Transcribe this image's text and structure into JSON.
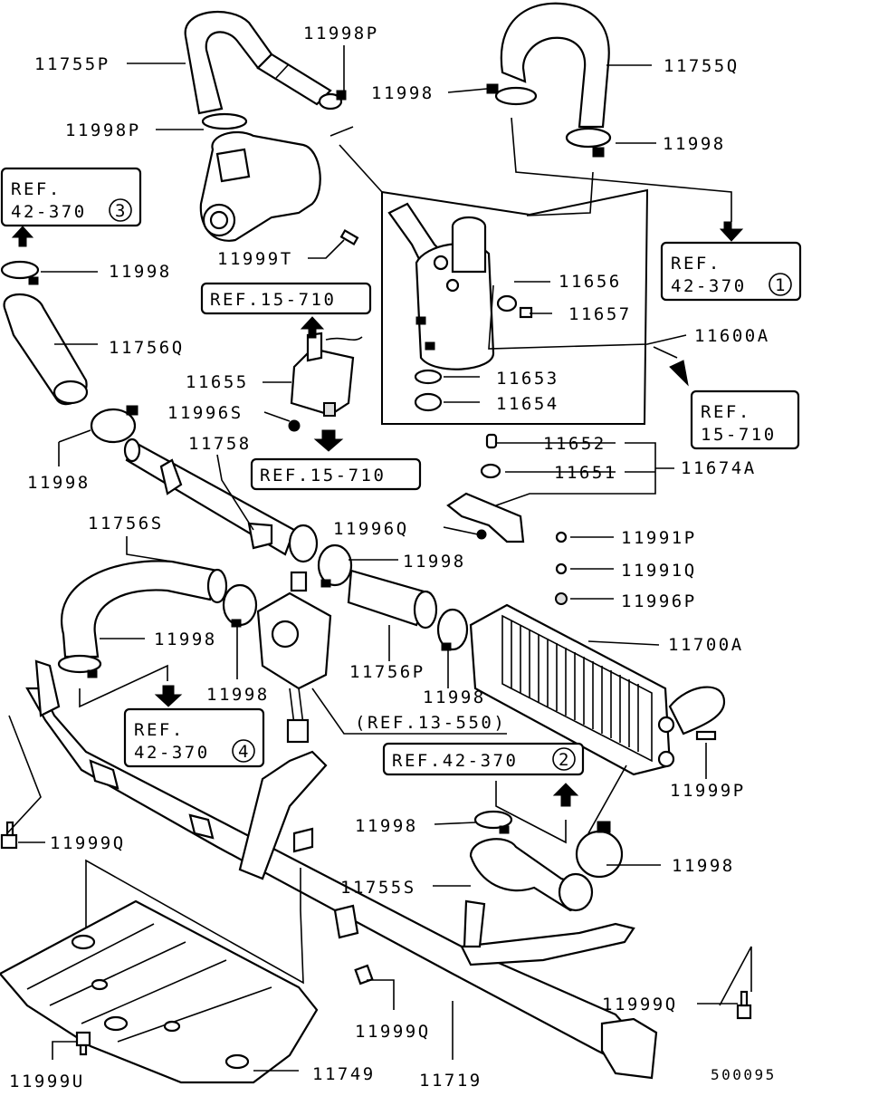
{
  "diagram_id": "500095",
  "part_labels": {
    "p11755P": "11755P",
    "p11998P_top": "11998P",
    "p11998P_mid": "11998P",
    "p11998_top_mid": "11998",
    "p11755Q": "11755Q",
    "p11998_top_right": "11998",
    "p11998_left1": "11998",
    "p11999T": "11999T",
    "p11656": "11656",
    "p11657": "11657",
    "p11600A": "11600A",
    "p11756Q": "11756Q",
    "p11655": "11655",
    "p11653": "11653",
    "p11654": "11654",
    "p11996S": "11996S",
    "p11758": "11758",
    "p11652": "11652",
    "p11651": "11651",
    "p11674A": "11674A",
    "p11998_left2": "11998",
    "p11756S": "11756S",
    "p11996Q": "11996Q",
    "p11998_center": "11998",
    "p11991P": "11991P",
    "p11991Q": "11991Q",
    "p11996P": "11996P",
    "p11998_midleft": "11998",
    "p11700A": "11700A",
    "p11756P": "11756P",
    "p11998_lower_left": "11998",
    "p11998_lower_center": "11998",
    "p11999P": "11999P",
    "p11999Q_left": "11999Q",
    "p11998_bottom_center": "11998",
    "p11998_ring": "11998",
    "p11755S": "11755S",
    "p11999Q_right": "11999Q",
    "p11999Q_bottom": "11999Q",
    "p11999U": "11999U",
    "p11749": "11749",
    "p11719": "11719"
  },
  "references": {
    "ref1_line1": "REF.",
    "ref1_line2": "42-370",
    "ref1_num": "3",
    "ref2": "REF.15-710",
    "ref3_line1": "REF.",
    "ref3_line2": "42-370",
    "ref3_num": "1",
    "ref4_line1": "REF.",
    "ref4_line2": "15-710",
    "ref5": "REF.15-710",
    "ref6_line1": "REF.",
    "ref6_line2": "42-370",
    "ref6_num": "4",
    "ref7": "(REF.13-550)",
    "ref8": "REF.42-370",
    "ref8_num": "2"
  }
}
